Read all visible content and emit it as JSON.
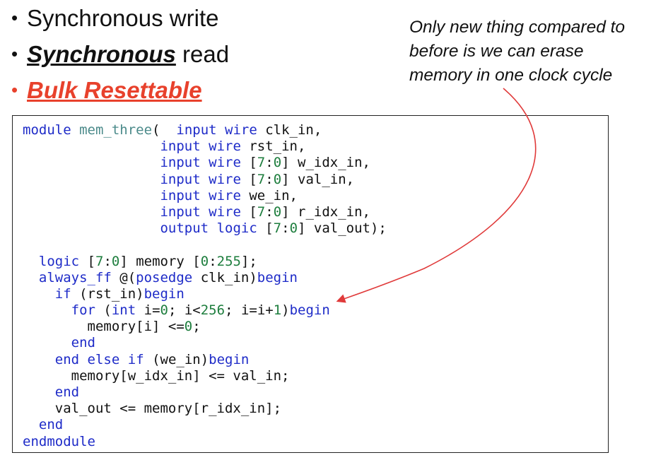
{
  "bullets": [
    {
      "marker": "•",
      "parts": [
        {
          "text": "Synchronous write",
          "style": "plain"
        }
      ],
      "color": "#111111"
    },
    {
      "marker": "•",
      "parts": [
        {
          "text": "Synchronous",
          "style": "strong"
        },
        {
          "text": " read",
          "style": "plain"
        }
      ],
      "color": "#111111"
    },
    {
      "marker": "•",
      "parts": [
        {
          "text": "Bulk Resettable",
          "style": "strong"
        }
      ],
      "color": "#e8412c"
    }
  ],
  "note": {
    "lines": [
      "Only new thing compared to",
      "before is we can erase",
      "memory in one clock cycle"
    ]
  },
  "code": {
    "lines": [
      [
        [
          "kw",
          "module"
        ],
        [
          "p",
          " "
        ],
        [
          "id",
          "mem_three"
        ],
        [
          "p",
          "(  "
        ],
        [
          "kw",
          "input"
        ],
        [
          "p",
          " "
        ],
        [
          "kw",
          "wire"
        ],
        [
          "p",
          " clk_in,"
        ]
      ],
      [
        [
          "p",
          "                 "
        ],
        [
          "kw",
          "input"
        ],
        [
          "p",
          " "
        ],
        [
          "kw",
          "wire"
        ],
        [
          "p",
          " rst_in,"
        ]
      ],
      [
        [
          "p",
          "                 "
        ],
        [
          "kw",
          "input"
        ],
        [
          "p",
          " "
        ],
        [
          "kw",
          "wire"
        ],
        [
          "p",
          " ["
        ],
        [
          "num",
          "7"
        ],
        [
          "p",
          ":"
        ],
        [
          "num",
          "0"
        ],
        [
          "p",
          "] w_idx_in,"
        ]
      ],
      [
        [
          "p",
          "                 "
        ],
        [
          "kw",
          "input"
        ],
        [
          "p",
          " "
        ],
        [
          "kw",
          "wire"
        ],
        [
          "p",
          " ["
        ],
        [
          "num",
          "7"
        ],
        [
          "p",
          ":"
        ],
        [
          "num",
          "0"
        ],
        [
          "p",
          "] val_in,"
        ]
      ],
      [
        [
          "p",
          "                 "
        ],
        [
          "kw",
          "input"
        ],
        [
          "p",
          " "
        ],
        [
          "kw",
          "wire"
        ],
        [
          "p",
          " we_in,"
        ]
      ],
      [
        [
          "p",
          "                 "
        ],
        [
          "kw",
          "input"
        ],
        [
          "p",
          " "
        ],
        [
          "kw",
          "wire"
        ],
        [
          "p",
          " ["
        ],
        [
          "num",
          "7"
        ],
        [
          "p",
          ":"
        ],
        [
          "num",
          "0"
        ],
        [
          "p",
          "] r_idx_in,"
        ]
      ],
      [
        [
          "p",
          "                 "
        ],
        [
          "kw",
          "output"
        ],
        [
          "p",
          " "
        ],
        [
          "kw",
          "logic"
        ],
        [
          "p",
          " ["
        ],
        [
          "num",
          "7"
        ],
        [
          "p",
          ":"
        ],
        [
          "num",
          "0"
        ],
        [
          "p",
          "] val_out);"
        ]
      ],
      [
        [
          "p",
          " "
        ]
      ],
      [
        [
          "p",
          "  "
        ],
        [
          "kw",
          "logic"
        ],
        [
          "p",
          " ["
        ],
        [
          "num",
          "7"
        ],
        [
          "p",
          ":"
        ],
        [
          "num",
          "0"
        ],
        [
          "p",
          "] memory ["
        ],
        [
          "num",
          "0"
        ],
        [
          "p",
          ":"
        ],
        [
          "num",
          "255"
        ],
        [
          "p",
          "];"
        ]
      ],
      [
        [
          "p",
          "  "
        ],
        [
          "kw",
          "always_ff"
        ],
        [
          "p",
          " @("
        ],
        [
          "kw",
          "posedge"
        ],
        [
          "p",
          " clk_in)"
        ],
        [
          "kw",
          "begin"
        ]
      ],
      [
        [
          "p",
          "    "
        ],
        [
          "kw",
          "if"
        ],
        [
          "p",
          " (rst_in)"
        ],
        [
          "kw",
          "begin"
        ]
      ],
      [
        [
          "p",
          "      "
        ],
        [
          "kw",
          "for"
        ],
        [
          "p",
          " ("
        ],
        [
          "kw",
          "int"
        ],
        [
          "p",
          " i="
        ],
        [
          "num",
          "0"
        ],
        [
          "p",
          "; i<"
        ],
        [
          "num",
          "256"
        ],
        [
          "p",
          "; i=i+"
        ],
        [
          "num",
          "1"
        ],
        [
          "p",
          ")"
        ],
        [
          "kw",
          "begin"
        ]
      ],
      [
        [
          "p",
          "        memory[i] <="
        ],
        [
          "num",
          "0"
        ],
        [
          "p",
          ";"
        ]
      ],
      [
        [
          "p",
          "      "
        ],
        [
          "kw",
          "end"
        ]
      ],
      [
        [
          "p",
          "    "
        ],
        [
          "kw",
          "end"
        ],
        [
          "p",
          " "
        ],
        [
          "kw",
          "else"
        ],
        [
          "p",
          " "
        ],
        [
          "kw",
          "if"
        ],
        [
          "p",
          " (we_in)"
        ],
        [
          "kw",
          "begin"
        ]
      ],
      [
        [
          "p",
          "      memory[w_idx_in] <= val_in;"
        ]
      ],
      [
        [
          "p",
          "    "
        ],
        [
          "kw",
          "end"
        ]
      ],
      [
        [
          "p",
          "    val_out <= memory[r_idx_in];"
        ]
      ],
      [
        [
          "p",
          "  "
        ],
        [
          "kw",
          "end"
        ]
      ],
      [
        [
          "kw",
          "endmodule"
        ]
      ]
    ]
  },
  "colors": {
    "keyword": "#1e2bc8",
    "identifier": "#4b8a8a",
    "number": "#1e7e3e",
    "accent_red": "#e8412c",
    "arrow": "#e03a3a"
  }
}
